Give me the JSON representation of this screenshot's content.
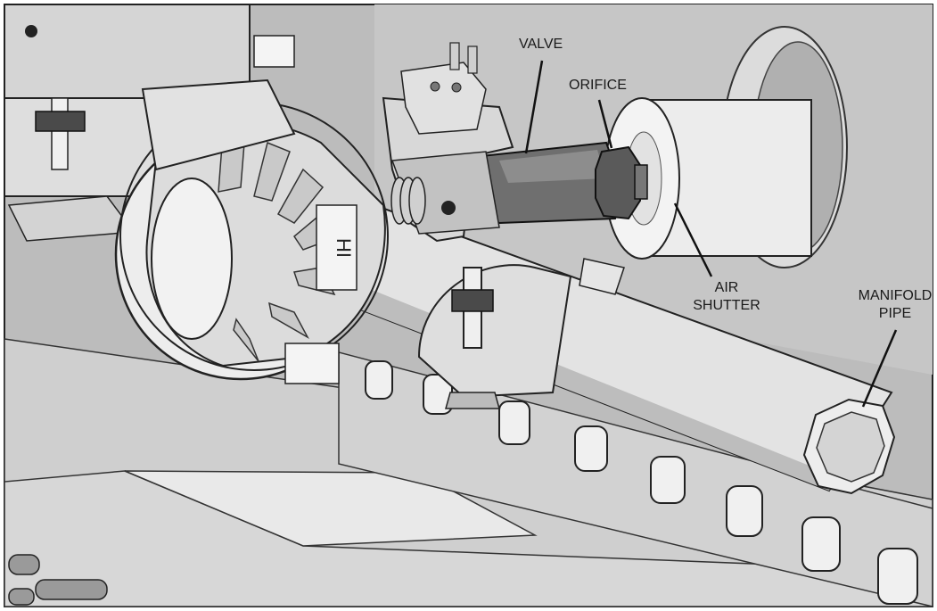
{
  "labels": {
    "valve": "VALVE",
    "orifice": "ORIFICE",
    "air_shutter": [
      "AIR",
      "SHUTTER"
    ],
    "manifold_pipe": [
      "MANIFOLD",
      "PIPE"
    ]
  },
  "colors": {
    "background": "#b9b9b9",
    "light_metal": "#e6e6e6",
    "mid_metal": "#c8c8c8",
    "dark_metal": "#8e8e8e",
    "outline": "#2a2a2a",
    "leader_line": "#111111"
  }
}
